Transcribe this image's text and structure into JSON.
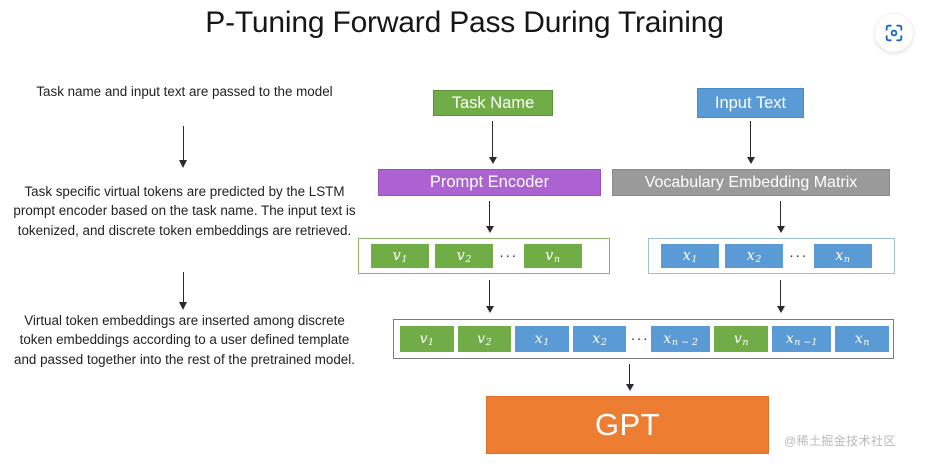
{
  "page": {
    "title": "P-Tuning Forward Pass During Training",
    "watermark": "@稀土掘金技术社区",
    "background": "#ffffff"
  },
  "toolbar": {
    "scan_button_icon": "scan-lens-icon",
    "scan_button_color": "#1766c8"
  },
  "notes": [
    {
      "id": "note-1",
      "text": "Task name and input text are passed to the model"
    },
    {
      "id": "note-2",
      "text": "Task specific virtual tokens are predicted by the LSTM prompt encoder based on the task name. The input text is tokenized, and discrete token embeddings are retrieved."
    },
    {
      "id": "note-3",
      "text": "Virtual token embeddings are inserted among discrete token embeddings according to a user defined template and passed together into the rest of the pretrained model."
    }
  ],
  "diagram": {
    "blocks": {
      "task_name": {
        "label": "Task Name",
        "color": "#70ad47"
      },
      "input_text": {
        "label": "Input Text",
        "color": "#5b9bd5"
      },
      "prompt_encoder": {
        "label": "Prompt Encoder",
        "color": "#ac62d0"
      },
      "vocab_matrix": {
        "label": "Vocabulary Embedding Matrix",
        "color": "#9a9a9a"
      },
      "gpt": {
        "label": "GPT",
        "color": "#ed7d31"
      }
    },
    "virtual_tokens": {
      "border_color": "#8fae6a",
      "tokens": [
        "v1",
        "v2",
        "vn"
      ],
      "ellipsis": "···"
    },
    "discrete_tokens": {
      "border_color": "#9fc0e0",
      "tokens": [
        "x1",
        "x2",
        "xn"
      ],
      "ellipsis": "···"
    },
    "combined_sequence": {
      "border_color": "#7a7a7a",
      "ellipsis": "···",
      "tokens": [
        {
          "base": "v",
          "sub": "1",
          "kind": "virtual"
        },
        {
          "base": "v",
          "sub": "2",
          "kind": "virtual"
        },
        {
          "base": "x",
          "sub": "1",
          "kind": "discrete"
        },
        {
          "base": "x",
          "sub": "2",
          "kind": "discrete"
        },
        {
          "base": "x",
          "sub": "n − 2",
          "kind": "discrete"
        },
        {
          "base": "v",
          "sub": "n",
          "kind": "virtual"
        },
        {
          "base": "x",
          "sub": "n −1",
          "kind": "discrete"
        },
        {
          "base": "x",
          "sub": "n",
          "kind": "discrete"
        }
      ]
    }
  }
}
